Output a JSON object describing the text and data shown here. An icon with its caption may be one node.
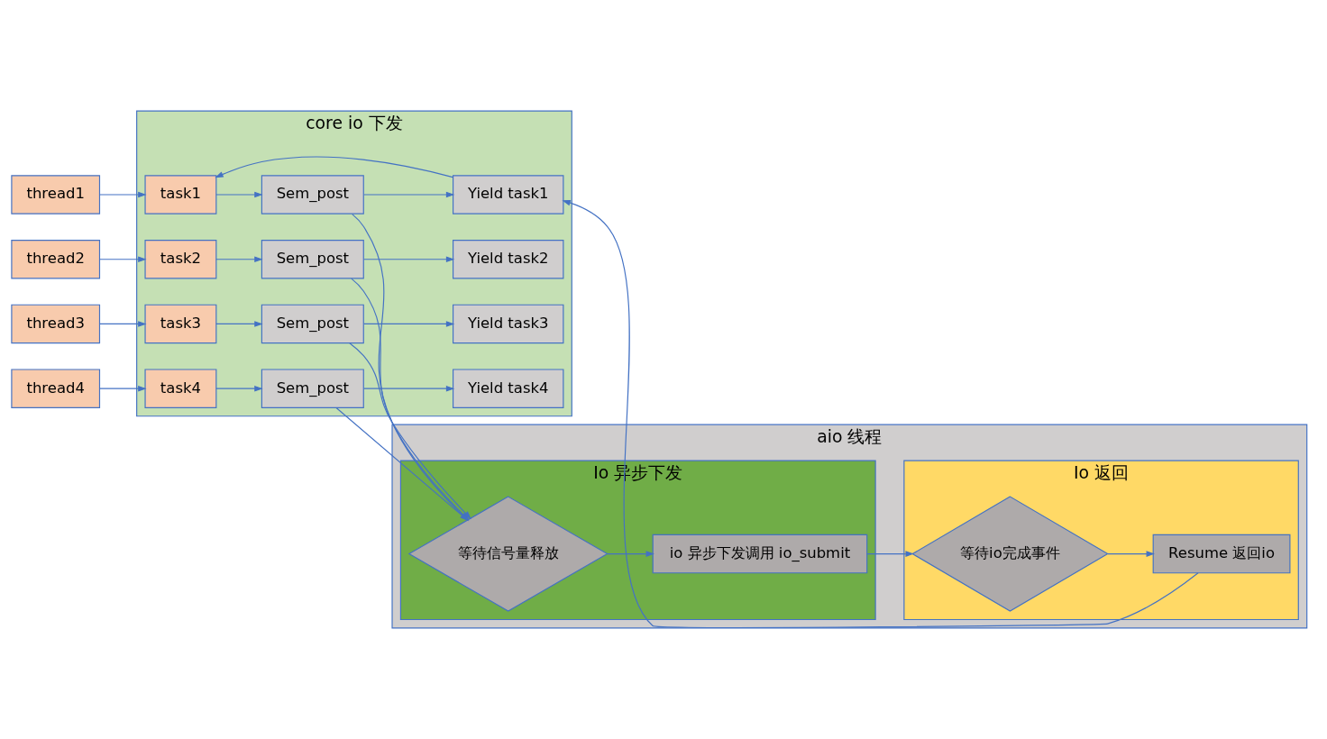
{
  "diagram": {
    "nodes": [
      {
        "text": [
          "thread1"
        ]
      },
      {
        "text": [
          "thread2"
        ]
      },
      {
        "text": [
          "thread3"
        ]
      },
      {
        "text": [
          "thread4"
        ]
      },
      {
        "text": [
          "core io 下发"
        ]
      },
      {
        "text": [
          "task1"
        ],
        "in": 4
      },
      {
        "text": [
          "Sem_post"
        ],
        "in": 4
      },
      {
        "text": [
          "Yield task1"
        ],
        "in": 4
      },
      {
        "text": [
          "task2"
        ],
        "in": 4
      },
      {
        "text": [
          "Sem_post"
        ],
        "in": 4
      },
      {
        "text": [
          "Yield task2"
        ],
        "in": 4
      },
      {
        "text": [
          "task3"
        ],
        "in": 4
      },
      {
        "text": [
          "Sem_post"
        ],
        "in": 4
      },
      {
        "text": [
          "Yield task3"
        ],
        "in": 4
      },
      {
        "text": [
          "task4"
        ],
        "in": 4
      },
      {
        "text": [
          "Sem_post"
        ],
        "in": 4
      },
      {
        "text": [
          "Yield task4"
        ],
        "in": 4
      },
      {
        "text": [
          "aio 线程"
        ]
      },
      {
        "text": [
          "Io 异步下发"
        ],
        "in": 17
      },
      {
        "text": [
          "等待信号量释放"
        ],
        "in": 18
      },
      {
        "text": [
          "io 异步下发调用 io_submit"
        ],
        "in": 18
      },
      {
        "text": [
          "Io 返回"
        ],
        "in": 17
      },
      {
        "text": [
          "等待io完成事件"
        ],
        "in": 21
      },
      {
        "text": [
          "Resume 返回io"
        ],
        "in": 21
      }
    ],
    "edges": [
      {
        "from": 0,
        "to": 5,
        "arrow": "to"
      },
      {
        "from": 5,
        "to": 6,
        "arrow": "to"
      },
      {
        "from": 6,
        "to": 7,
        "arrow": "to"
      },
      {
        "from": 7,
        "to": 5,
        "arrow": "to"
      },
      {
        "from": 1,
        "to": 8,
        "arrow": "to"
      },
      {
        "from": 8,
        "to": 9,
        "arrow": "to"
      },
      {
        "from": 9,
        "to": 10,
        "arrow": "to"
      },
      {
        "from": 2,
        "to": 11,
        "arrow": "to"
      },
      {
        "from": 11,
        "to": 12,
        "arrow": "to"
      },
      {
        "from": 12,
        "to": 13,
        "arrow": "to"
      },
      {
        "from": 3,
        "to": 14,
        "arrow": "to"
      },
      {
        "from": 14,
        "to": 15,
        "arrow": "to"
      },
      {
        "from": 15,
        "to": 16,
        "arrow": "to"
      },
      {
        "from": 6,
        "to": 19,
        "arrow": "to"
      },
      {
        "from": 9,
        "to": 19,
        "arrow": "to"
      },
      {
        "from": 12,
        "to": 19,
        "arrow": "to"
      },
      {
        "from": 15,
        "to": 19,
        "arrow": "to"
      },
      {
        "from": 19,
        "to": 20,
        "arrow": "to"
      },
      {
        "from": 20,
        "to": 22,
        "arrow": "to"
      },
      {
        "from": 22,
        "to": 23,
        "arrow": "to"
      },
      {
        "from": 23,
        "to": 7,
        "arrow": "to"
      }
    ]
  }
}
